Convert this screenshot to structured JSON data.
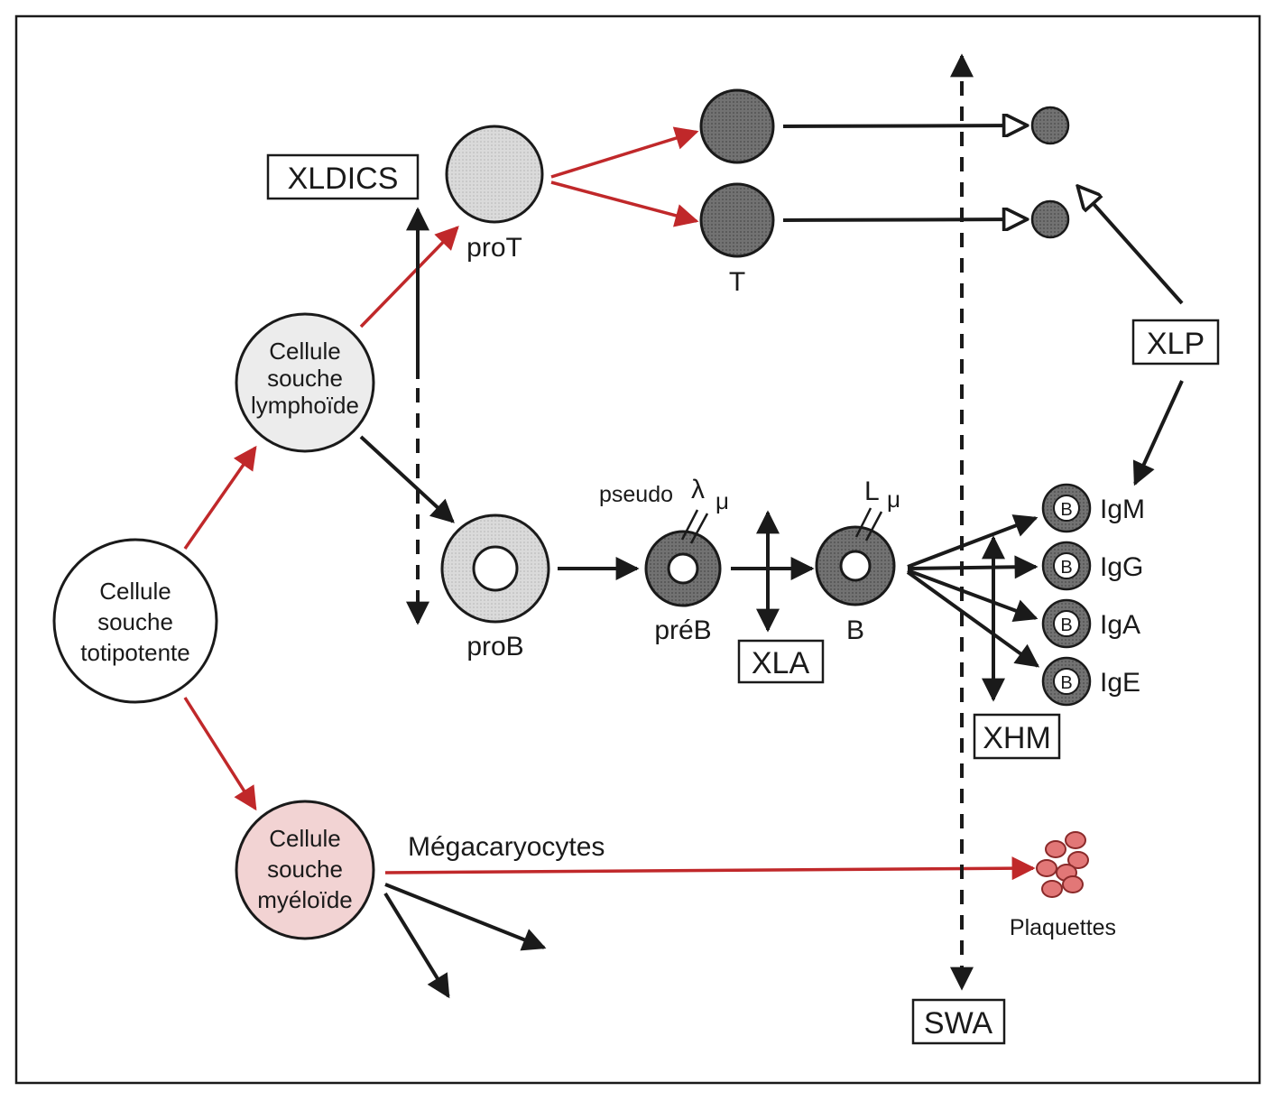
{
  "colors": {
    "ink": "#1a1a1a",
    "red_arrow": "#c0282a",
    "light_gray_cell": "#d9d9d9",
    "very_light_cell": "#ececec",
    "dark_gray_cell": "#707070",
    "b_cell_ring": "#7c7c7c",
    "myeloid_fill": "#f2d3d3",
    "platelet": "#e27777"
  },
  "cells": {
    "totipotent": [
      "Cellule",
      "souche",
      "totipotente"
    ],
    "lymphoid": [
      "Cellule",
      "souche",
      "lymphoïde"
    ],
    "myeloid": [
      "Cellule",
      "souche",
      "myéloïde"
    ]
  },
  "labels": {
    "proT": "proT",
    "T": "T",
    "proB": "proB",
    "preB": "préB",
    "B": "B",
    "pseudo": "pseudo",
    "lambda": "λ",
    "mu_preB": "μ",
    "L": "L",
    "mu_B": "μ",
    "megakaryocytes": "Mégacaryocytes",
    "platelets": "Plaquettes",
    "b_mark": "B",
    "IgM": "IgM",
    "IgG": "IgG",
    "IgA": "IgA",
    "IgE": "IgE"
  },
  "boxes": {
    "XLDICS": "XLDICS",
    "XLP": "XLP",
    "XLA": "XLA",
    "XHM": "XHM",
    "SWA": "SWA"
  }
}
